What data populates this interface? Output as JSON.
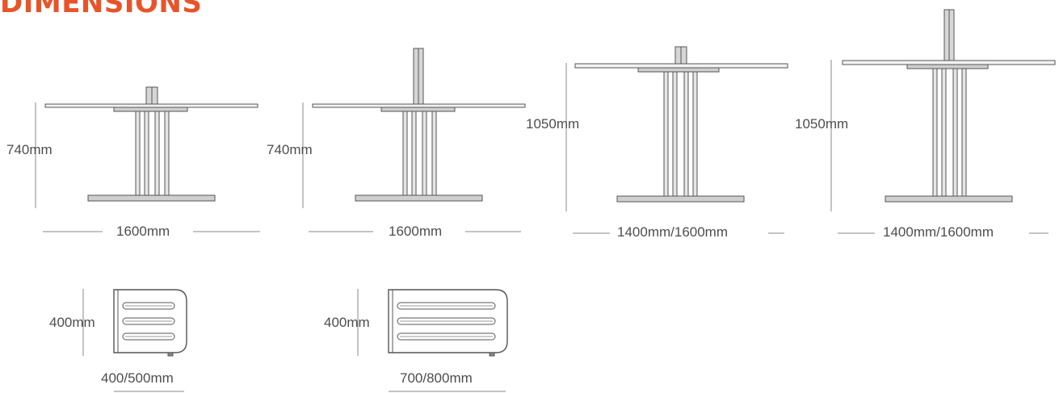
{
  "section_title": "DIMENSIONS",
  "tables": [
    {
      "height_label": "740mm",
      "width_label": "1600mm"
    },
    {
      "height_label": "740mm",
      "width_label": "1600mm"
    },
    {
      "height_label": "1050mm",
      "width_label": "1400mm/1600mm"
    },
    {
      "height_label": "1050mm",
      "width_label": "1400mm/1600mm"
    }
  ],
  "pedestals": [
    {
      "height_label": "400mm",
      "width_label": "400/500mm"
    },
    {
      "height_label": "400mm",
      "width_label": "700/800mm"
    }
  ],
  "colors": {
    "title": "#e8542a",
    "line": "#555555",
    "fill": "#d9d9d9"
  }
}
